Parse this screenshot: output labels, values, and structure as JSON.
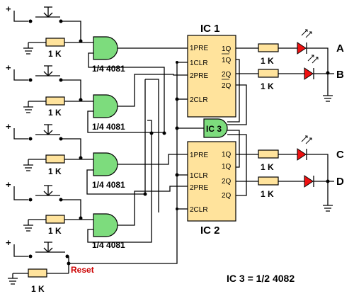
{
  "ic1": {
    "title": "IC 1",
    "pins_left": [
      "1PRE",
      "1CLR",
      "2PRE",
      "2CLR"
    ],
    "pins_right": [
      "1Q",
      "1Q",
      "2Q",
      "2Q"
    ]
  },
  "ic2": {
    "title": "IC 2",
    "pins_left": [
      "1PRE",
      "1CLR",
      "2PRE",
      "2CLR"
    ],
    "pins_right": [
      "1Q",
      "1Q",
      "2Q",
      "2Q"
    ]
  },
  "ic3": {
    "title": "IC 3"
  },
  "gates": [
    "1/4 4081",
    "1/4 4081",
    "1/4 4081",
    "1/4 4081"
  ],
  "resistors": [
    "1 K",
    "1 K",
    "1 K",
    "1 K",
    "1 K",
    "1 K",
    "1 K",
    "1 K",
    "1 K"
  ],
  "outputs": [
    "A",
    "B",
    "C",
    "D"
  ],
  "supply_symbol": "+",
  "reset_label": "Reset",
  "note": "IC 3 = 1/2  4082",
  "colors": {
    "gate": "#7ddc7d",
    "chip": "#ffe39c",
    "led": "#ee1111",
    "reset": "#cc0000"
  }
}
